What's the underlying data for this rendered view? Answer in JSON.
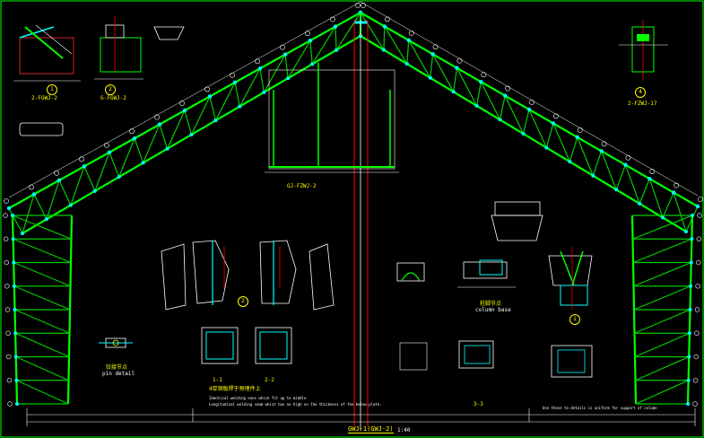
{
  "drawing": {
    "main_title": "GWJ-1(GWJ-2)",
    "main_scale": "1:40",
    "labels": {
      "detail_a": "2-FGWJ-2",
      "detail_b": "G-FGWJ-2",
      "detail_c": "2-FZWJ-17",
      "ridge_detail": "GJ-FZWJ-2",
      "pin_detail_cn": "铰接节点",
      "pin_detail_en": "pin detail",
      "column_base_cn": "柱脚节点",
      "column_base_en": "column base",
      "section_1": "1-1",
      "section_2": "2-2",
      "section_3": "3-3",
      "note_main": "4厚钢板焊于预埋件上",
      "note_en": "Identical welding ones which fit up to middle",
      "note_en2": "Longitudinal welding seam which has no high on the thickness of the below plate.",
      "note_right": "Use these to details is uniform for support of column"
    },
    "markers": [
      {
        "id": "m1",
        "text": "2"
      },
      {
        "id": "m2",
        "text": "1"
      },
      {
        "id": "m3",
        "text": "4"
      },
      {
        "id": "m4",
        "text": "2"
      },
      {
        "id": "m5",
        "text": "1"
      }
    ],
    "colors": {
      "background": "#000000",
      "chord": "#00ff00",
      "web": "#00cc00",
      "plate": "#00ffff",
      "dim": "#ffffff",
      "text": "#ffff00",
      "axis": "#ff0000",
      "frame": "#00ff00"
    }
  }
}
